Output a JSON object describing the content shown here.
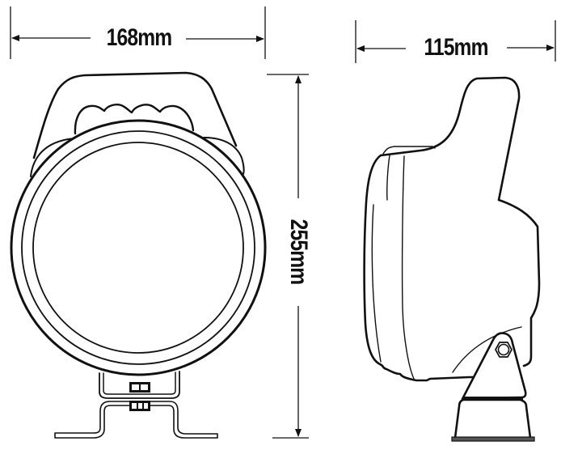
{
  "diagram": {
    "subject": "Work light dimension drawing",
    "views": [
      "front-view",
      "side-view"
    ],
    "colors": {
      "line": "#111111",
      "background": "#ffffff"
    },
    "dimensions": {
      "width": {
        "label": "168mm",
        "value": 168,
        "unit": "mm"
      },
      "depth": {
        "label": "115mm",
        "value": 115,
        "unit": "mm"
      },
      "height": {
        "label": "255mm",
        "value": 255,
        "unit": "mm"
      }
    }
  }
}
